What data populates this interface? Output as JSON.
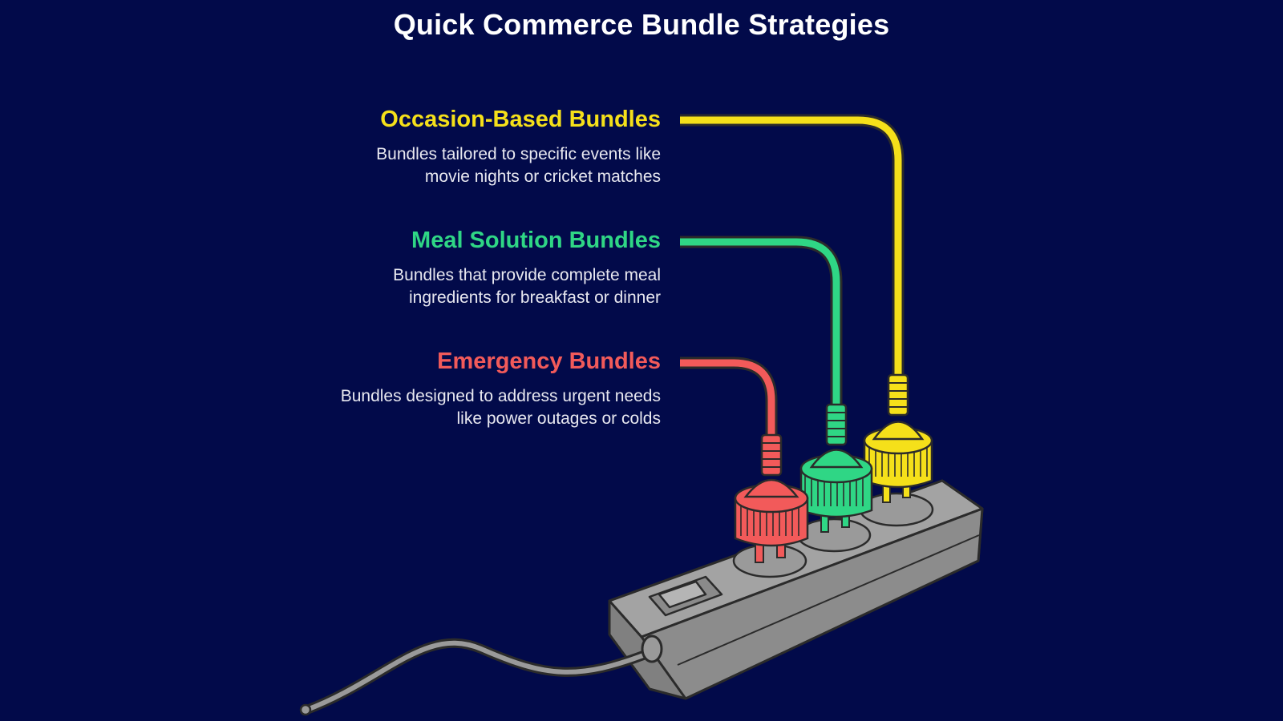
{
  "title": "Quick Commerce Bundle Strategies",
  "colors": {
    "background": "#020a4a",
    "title": "#ffffff",
    "description": "#e8e8f0",
    "strip": "#9a9a9a",
    "outline": "#2b2b2b"
  },
  "bundles": [
    {
      "heading": "Occasion-Based Bundles",
      "desc_lines": [
        "Bundles tailored to specific events like",
        "movie nights or cricket matches"
      ],
      "color": "#f5e01a"
    },
    {
      "heading": "Meal Solution Bundles",
      "desc_lines": [
        "Bundles that provide complete meal",
        "ingredients for breakfast or dinner"
      ],
      "color": "#2fd685"
    },
    {
      "heading": "Emergency Bundles",
      "desc_lines": [
        "Bundles designed to address urgent needs",
        "like power outages or colds"
      ],
      "color": "#f25a5a"
    }
  ]
}
